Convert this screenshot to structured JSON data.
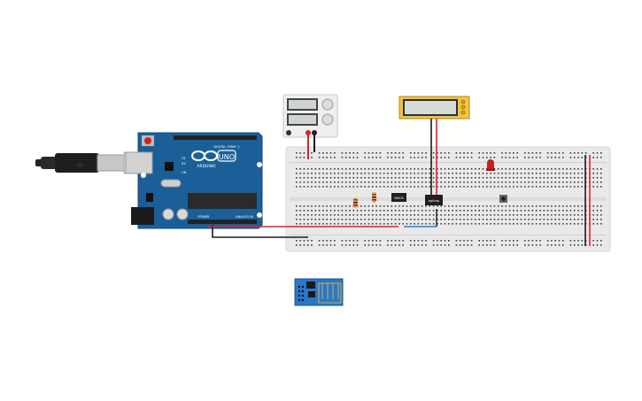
{
  "arduino": {
    "brand": "ARDUINO",
    "model": "UNO",
    "digital_label": "DIGITAL (PWM~)",
    "power_label": "POWER",
    "analog_label": "ANALOG IN",
    "tx_label": "TX",
    "rx_label": "RX",
    "on_label": "ON",
    "board_color": "#1b5f99"
  },
  "chips": {
    "chip1_label": "NMOS",
    "chip2_label": "opAmp"
  },
  "colors": {
    "breadboard": "#e9e9e9",
    "wire_red": "#e0222c",
    "wire_black": "#1a1a1a",
    "wire_blue": "#2f7fd1",
    "lcd_frame": "#f2c443",
    "esp_board": "#2c76c6"
  },
  "icons": [
    "usb-cable-icon",
    "power-supply-icon",
    "lcd-display-icon",
    "led-icon",
    "resistor-icon",
    "pushbutton-icon",
    "esp-wifi-module-icon"
  ]
}
